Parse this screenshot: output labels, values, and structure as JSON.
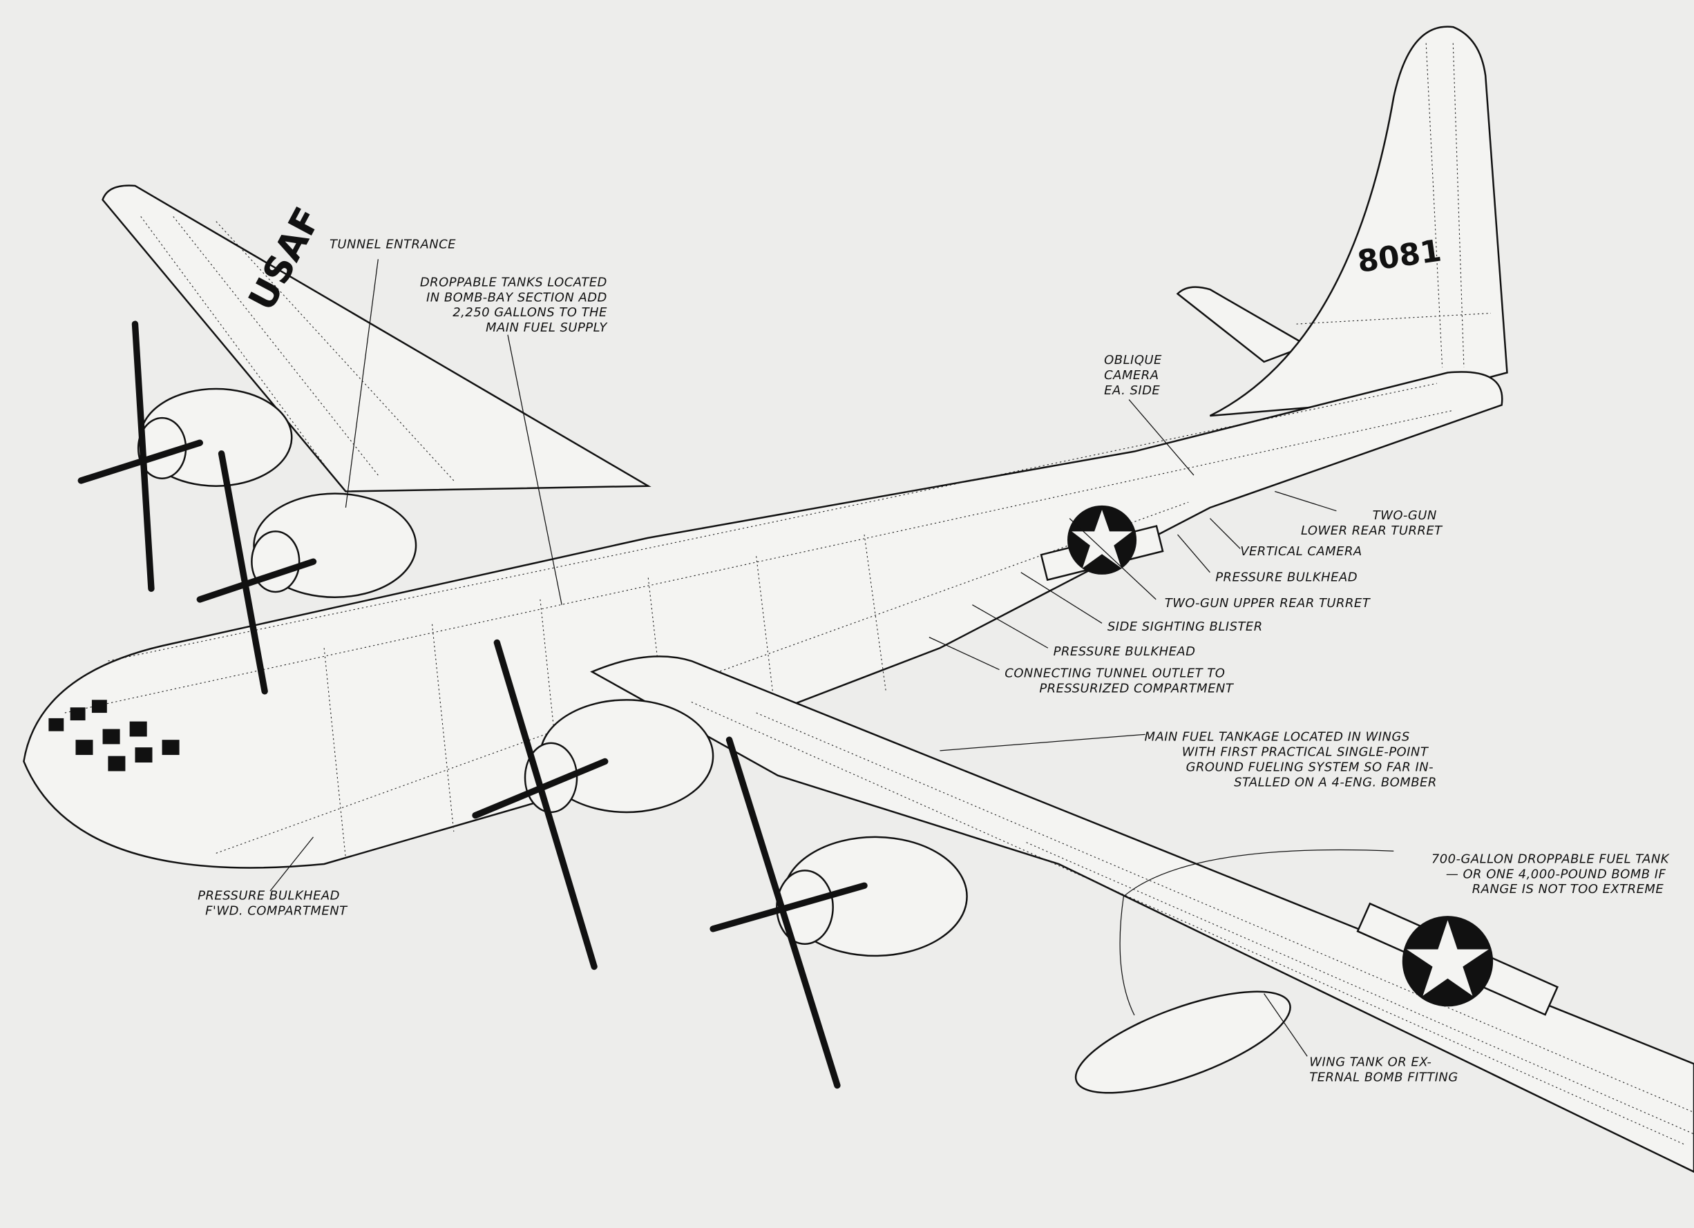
{
  "title": "B-50 bomber cutaway drawing",
  "aircraft_markings": {
    "wing_text": "USAF",
    "tail_number": "8081"
  },
  "callouts": {
    "tunnel_entrance": "TUNNEL ENTRANCE",
    "droppable_tanks": [
      "DROPPABLE TANKS LOCATED",
      "IN BOMB-BAY SECTION ADD",
      "2,250 GALLONS TO THE",
      "MAIN FUEL SUPPLY"
    ],
    "oblique_camera": [
      "OBLIQUE",
      "CAMERA",
      "EA. SIDE"
    ],
    "lower_rear_turret": [
      "TWO-GUN",
      "LOWER REAR TURRET"
    ],
    "vertical_camera": "VERTICAL CAMERA",
    "pressure_bulkhead_rear": "PRESSURE BULKHEAD",
    "upper_rear_turret": "TWO-GUN UPPER REAR TURRET",
    "side_sighting_blister": "SIDE SIGHTING BLISTER",
    "pressure_bulkhead_mid": "PRESSURE BULKHEAD",
    "connecting_tunnel": [
      "CONNECTING TUNNEL OUTLET TO",
      "PRESSURIZED COMPARTMENT"
    ],
    "main_fuel_tankage": [
      "MAIN FUEL TANKAGE LOCATED IN WINGS",
      "WITH FIRST PRACTICAL SINGLE-POINT",
      "GROUND FUELING SYSTEM SO FAR IN-",
      "STALLED ON A 4-ENG. BOMBER"
    ],
    "droppable_fuel_tank": [
      "700-GALLON DROPPABLE FUEL TANK",
      "— OR ONE 4,000-POUND BOMB IF",
      "RANGE IS NOT TOO EXTREME"
    ],
    "wing_tank_fitting": [
      "WING TANK OR EX-",
      "TERNAL BOMB FITTING"
    ],
    "pressure_bulkhead_fwd": [
      "PRESSURE BULKHEAD",
      "F'WD. COMPARTMENT"
    ]
  }
}
